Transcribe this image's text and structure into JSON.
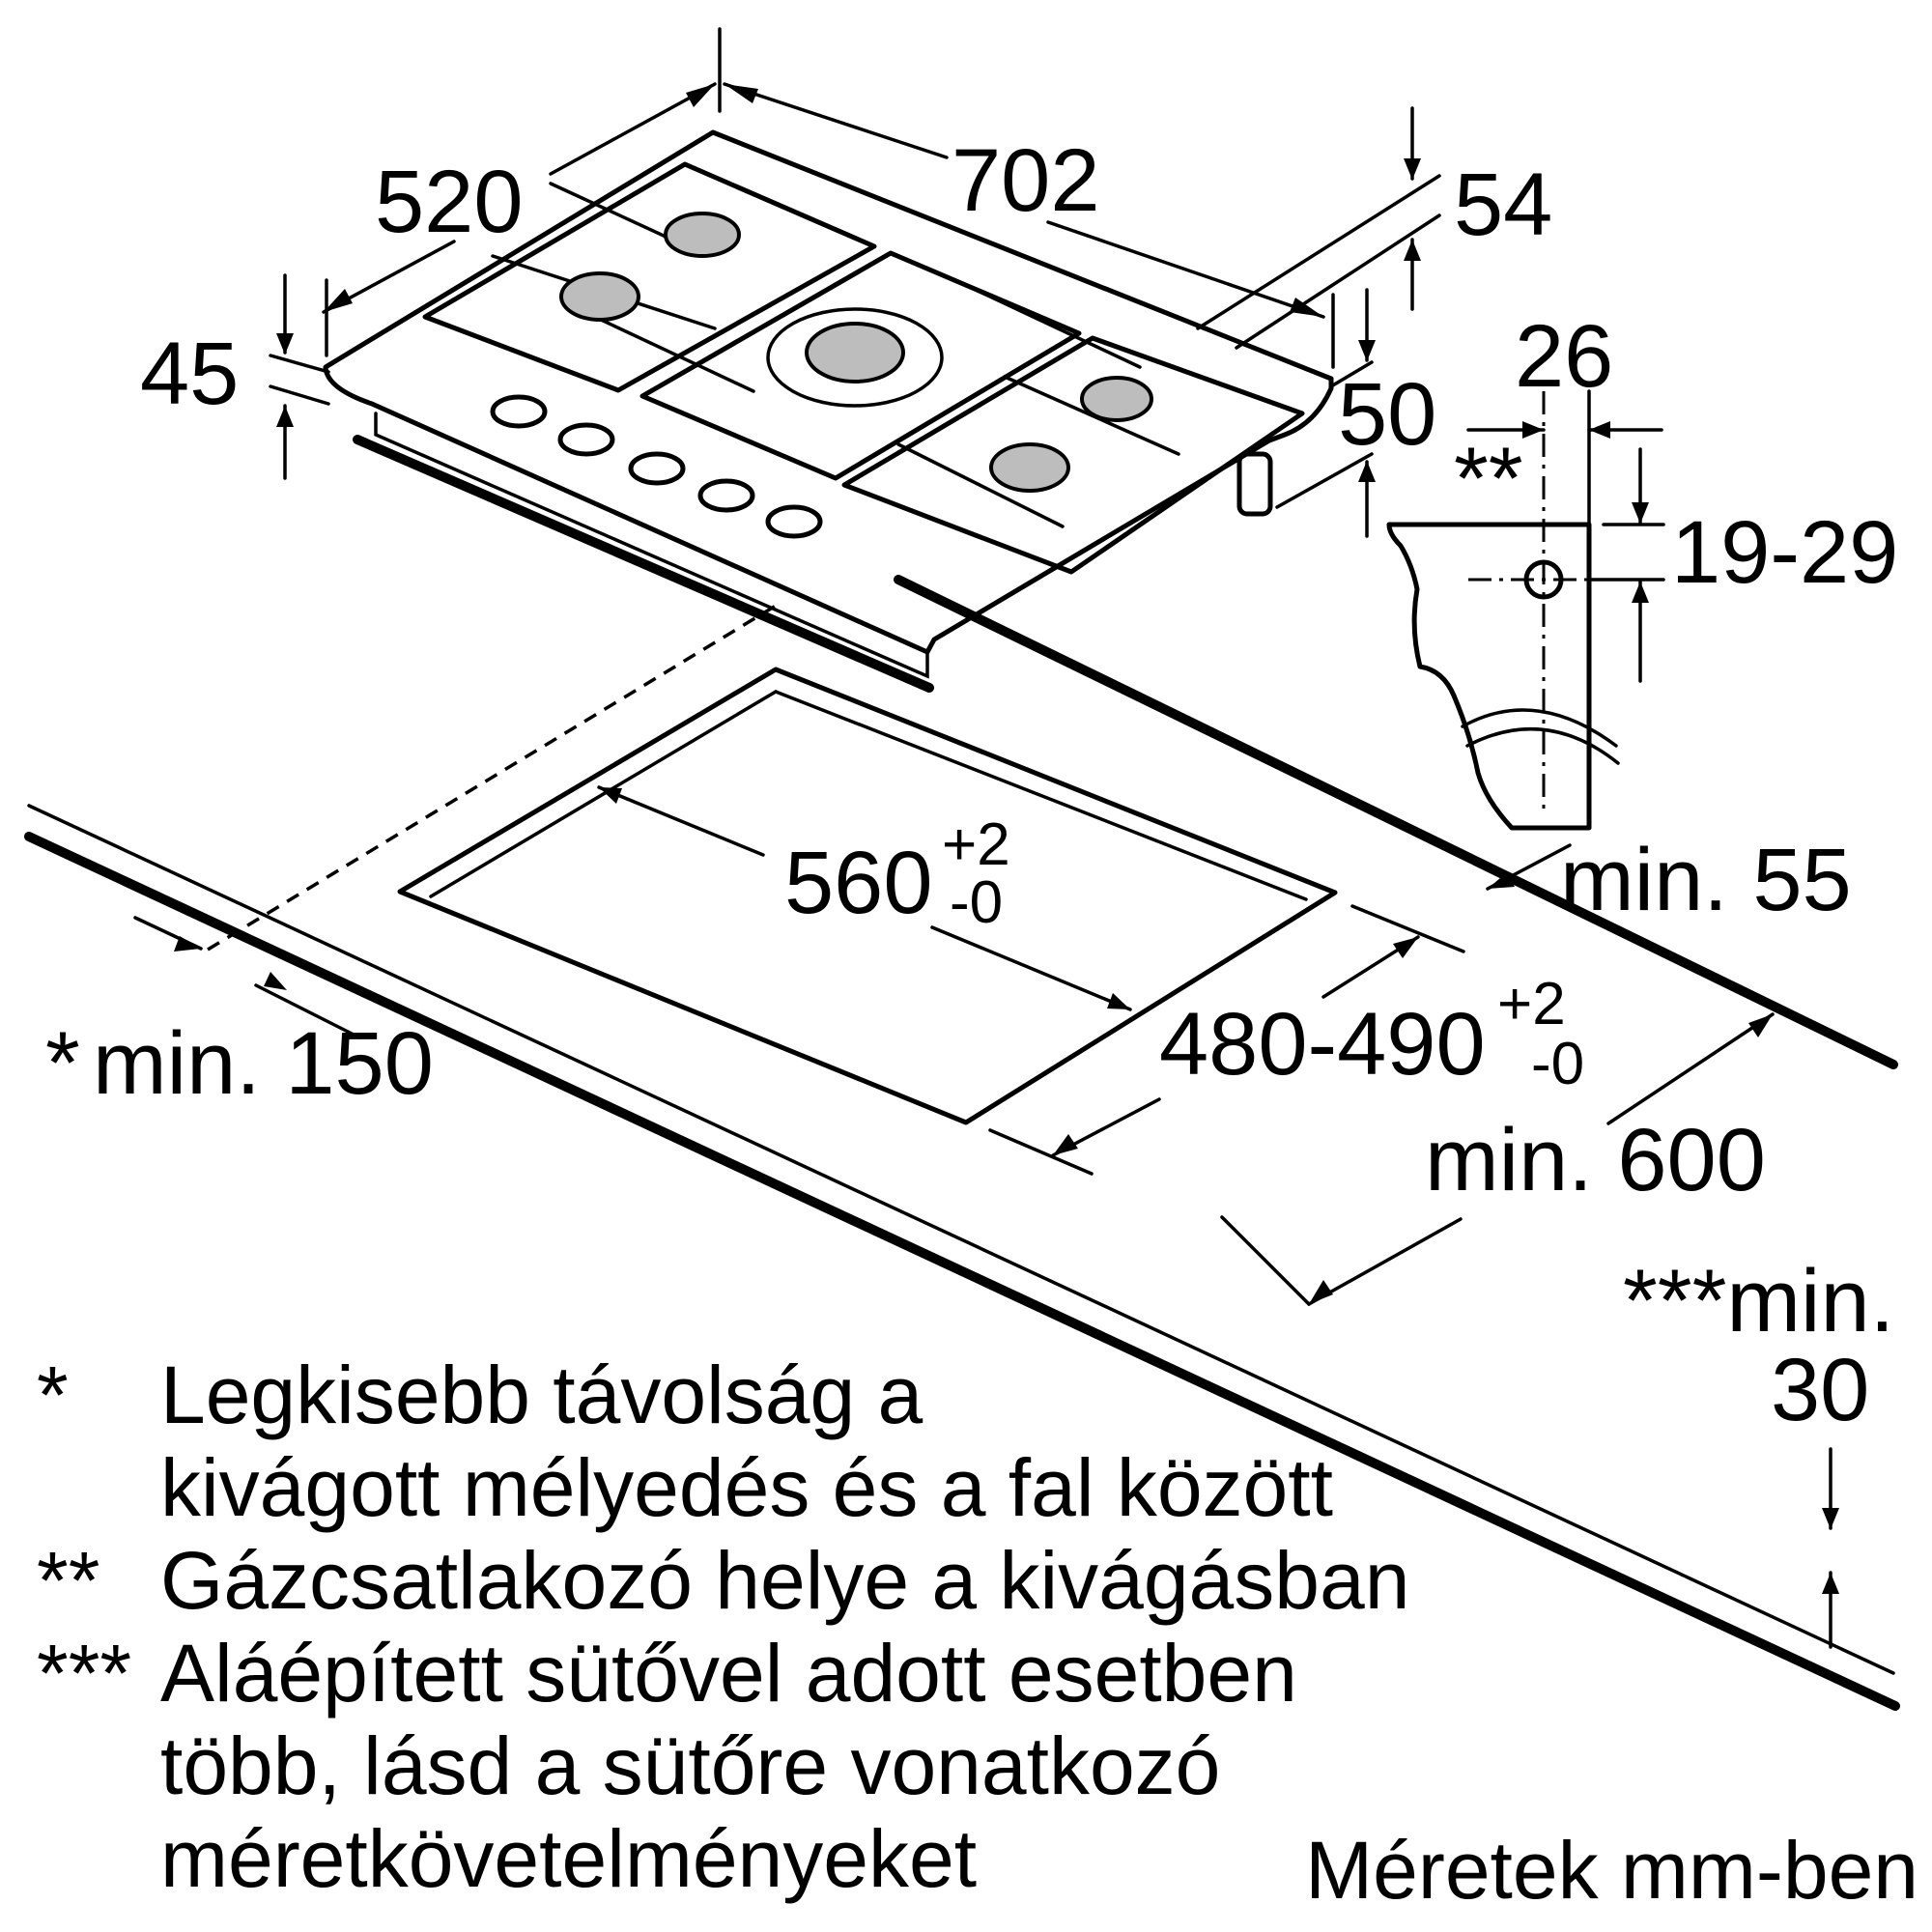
{
  "dimensions": {
    "width_702": "702",
    "depth_520": "520",
    "height_45": "45",
    "height_54": "54",
    "height_50": "50",
    "gas_26": "26",
    "gas_marker": "**",
    "gas_19_29": "19-29",
    "cutout_560": "560",
    "cutout_560_tol_plus": "+2",
    "cutout_560_tol_minus": "-0",
    "cutout_480_490": "480-490",
    "cutout_480_tol_plus": "+2",
    "cutout_480_tol_minus": "-0",
    "min_55": "min. 55",
    "min_600": "min. 600",
    "min_150_marker": "*",
    "min_150": "min. 150",
    "min_30_top": "***min.",
    "min_30_value": "30"
  },
  "footnotes": [
    {
      "marker": "*",
      "lines": [
        "Legkisebb távolság a",
        "kivágott mélyedés és a fal között"
      ]
    },
    {
      "marker": "**",
      "lines": [
        "Gázcsatlakozó helye a kivágásban"
      ]
    },
    {
      "marker": "***",
      "lines": [
        "Aláépített sütővel adott esetben",
        "több, lásd a sütőre vonatkozó",
        "méretkövetelményeket"
      ]
    }
  ],
  "unit_note": "Méretek mm-ben"
}
